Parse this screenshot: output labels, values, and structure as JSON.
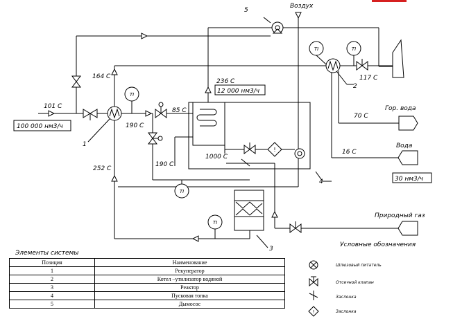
{
  "labels": {
    "air": "Воздух",
    "t_101": "101 С",
    "flow_gas": "100 000 нм3/ч",
    "t_164": "164 С",
    "t_236": "236 С",
    "flow_12000": "12 000 нм3/ч",
    "t_190a": "190 С",
    "t_85": "85 С",
    "t_190b": "190 С",
    "t_252": "252 С",
    "t_1000": "1000 С",
    "t_117": "117 С",
    "t_70": "70 С",
    "hot_water": "Гор. вода",
    "t_16": "16 С",
    "water": "Вода",
    "flow_30": "30 нм3/ч",
    "natural_gas": "Природный газ",
    "legend_title": "Условные обозначения",
    "ti": "TI"
  },
  "callouts": {
    "n1": "1",
    "n2": "2",
    "n3": "3",
    "n4": "4",
    "n5": "5"
  },
  "table": {
    "title": "Элементы системы",
    "headers": [
      "Позиция",
      "Наименование"
    ],
    "rows": [
      [
        "1",
        "Рекуператор"
      ],
      [
        "2",
        "Котел –утилизатор водяной"
      ],
      [
        "3",
        "Реактор"
      ],
      [
        "4",
        "Пусковая топка"
      ],
      [
        "5",
        "Дымосос"
      ]
    ]
  },
  "legend": [
    "Шлюзовый питатель",
    "Отсечной клапан",
    "Заслонка",
    "Заслонка"
  ],
  "colors": {
    "line": "#000000",
    "accent": "#d62020"
  }
}
